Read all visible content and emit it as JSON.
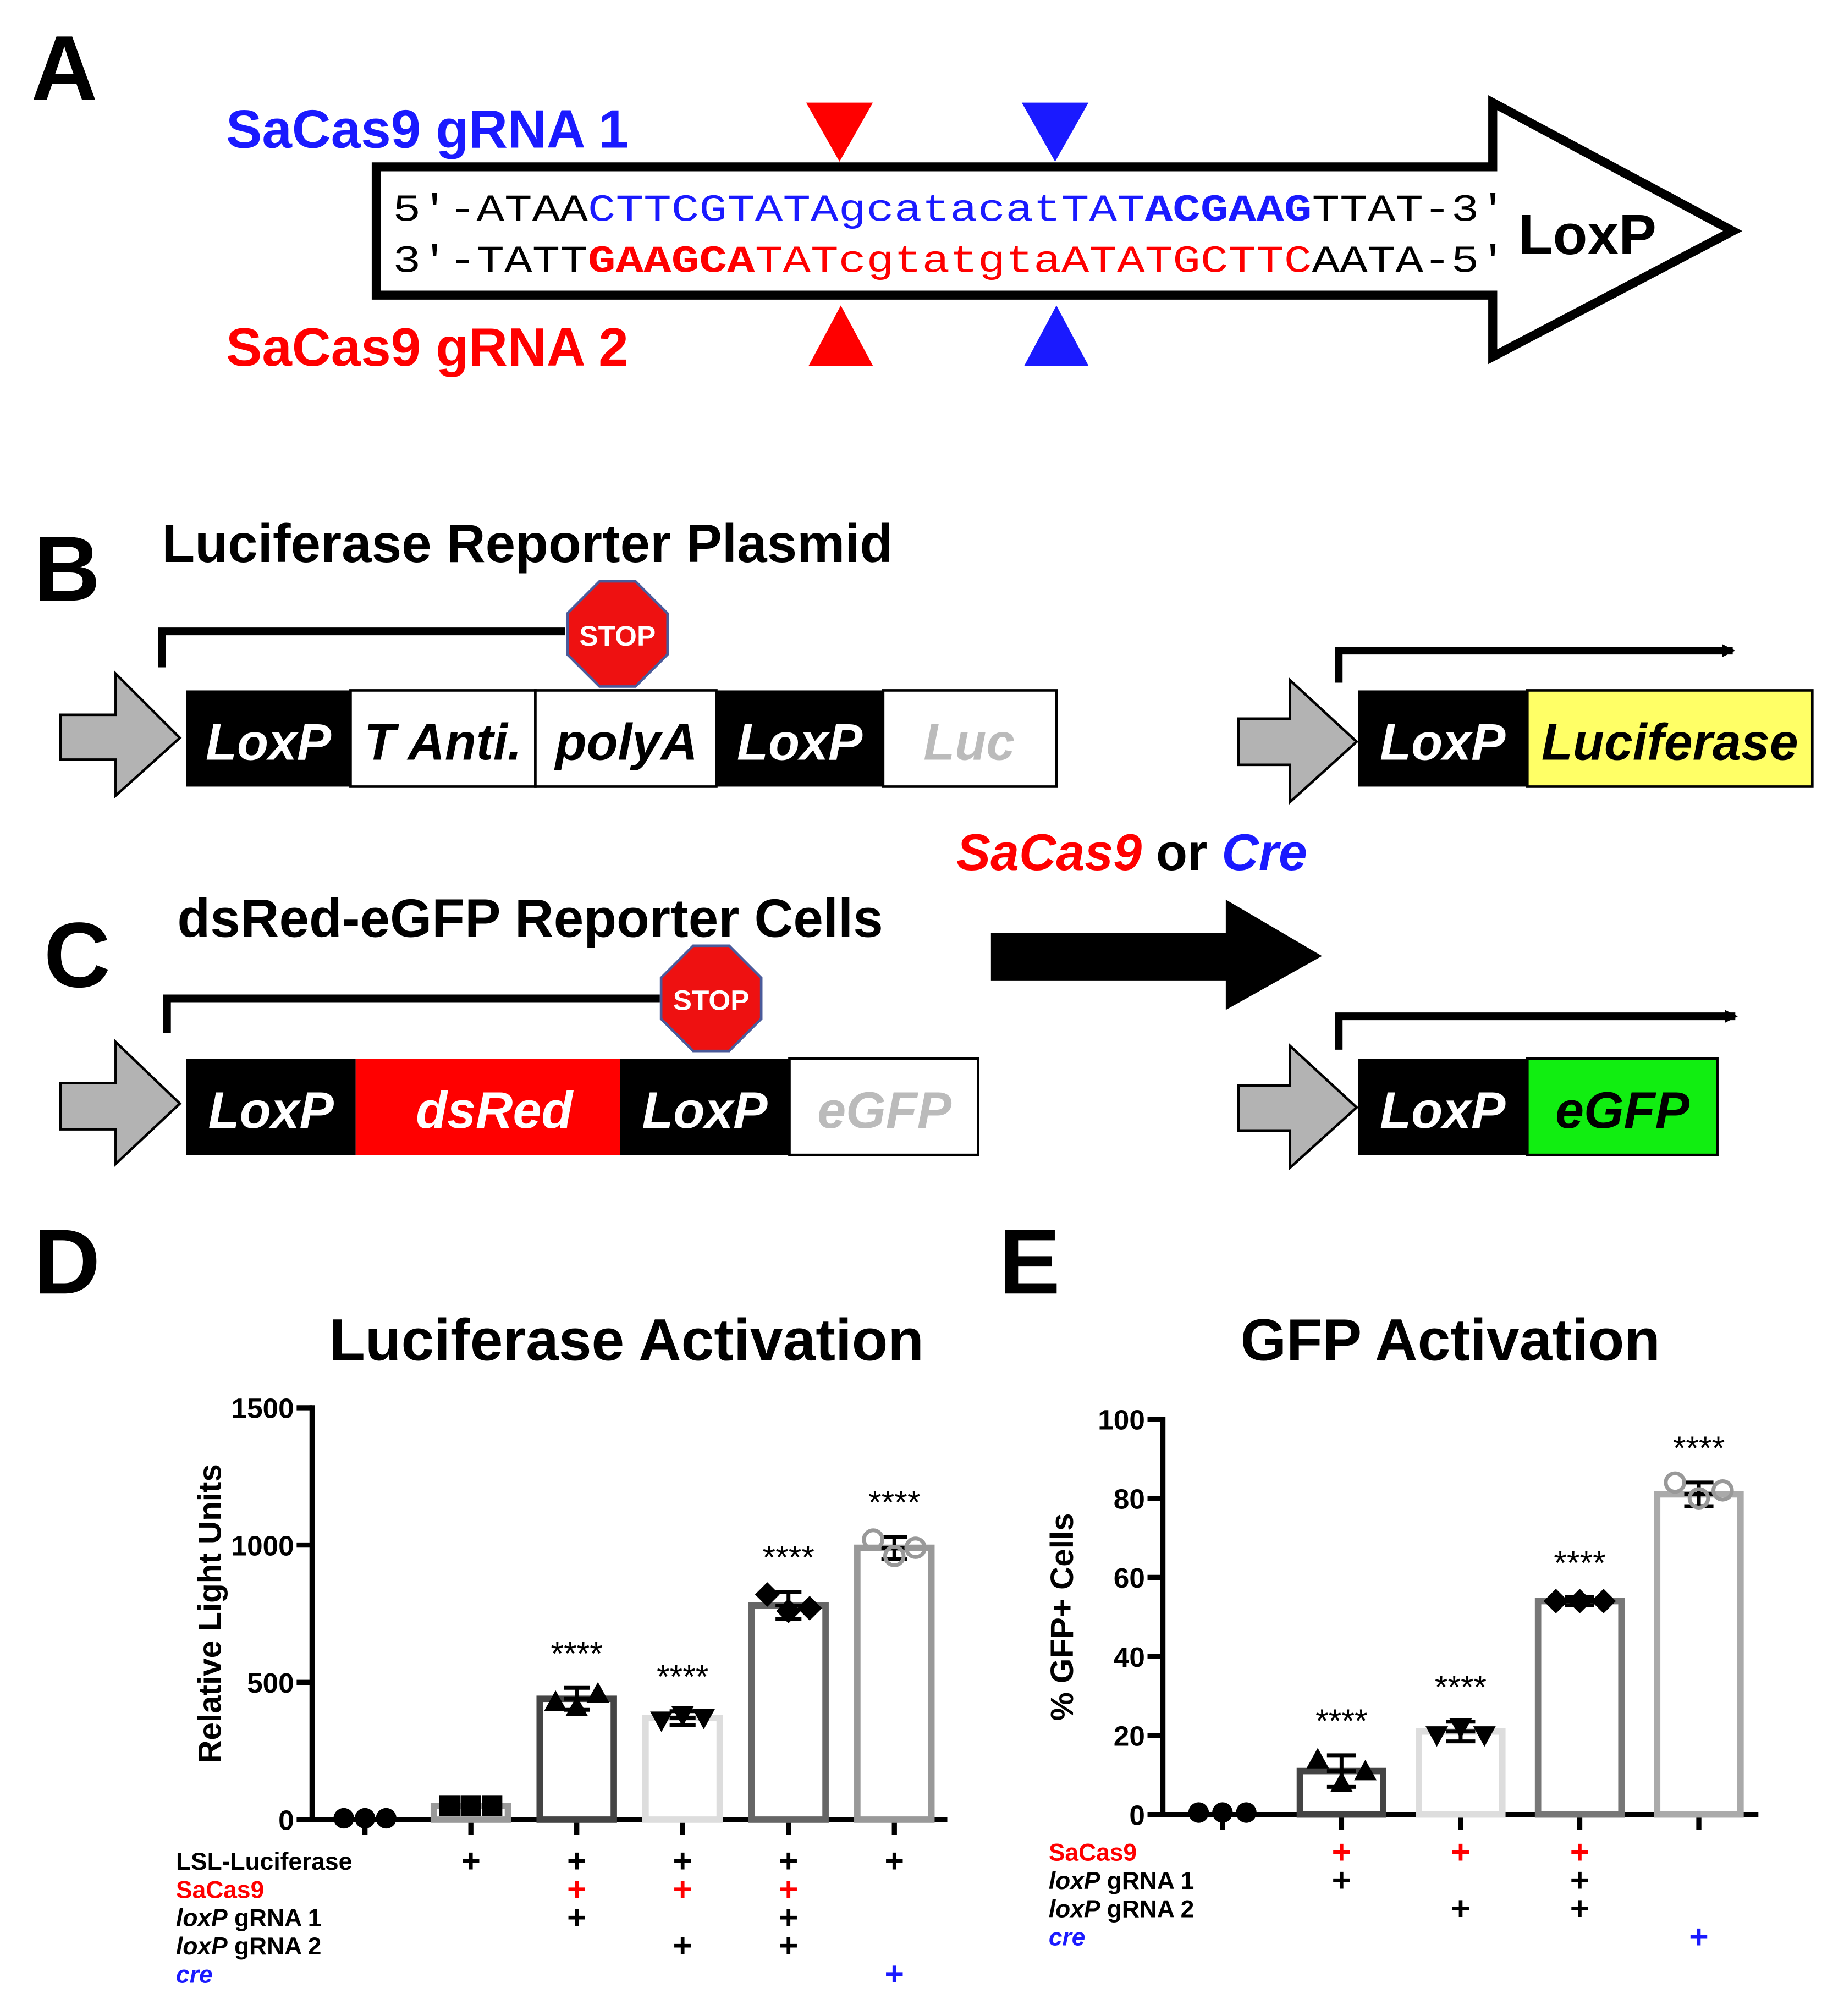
{
  "colors": {
    "blue": "#1a1aff",
    "red": "#ff0000",
    "stop_red": "#ee1111",
    "luciferase_yellow": "#ffff66",
    "egfp_green": "#11ee11",
    "gray_arrow": "#b3b3b3",
    "bar_black": "#444444",
    "bar_gray": "#999999",
    "bar_light": "#dddddd"
  },
  "panel_a": {
    "letter": "A",
    "grna1_label": "SaCas9 gRNA 1",
    "grna2_label": "SaCas9 gRNA 2",
    "arrow_label": "LoxP",
    "top_strand": [
      {
        "text": "5'-ATAA",
        "color": "black",
        "bold": false
      },
      {
        "text": "CTTCGTATA",
        "color": "blue",
        "bold": false
      },
      {
        "text": "gcatacat",
        "color": "blue",
        "bold": false
      },
      {
        "text": "TAT",
        "color": "blue",
        "bold": false
      },
      {
        "text": "ACGAAG",
        "color": "blue",
        "bold": true
      },
      {
        "text": "TTAT-3'",
        "color": "black",
        "bold": false
      }
    ],
    "bottom_strand": [
      {
        "text": "3'-TATT",
        "color": "black",
        "bold": false
      },
      {
        "text": "GAAGCA",
        "color": "red",
        "bold": true
      },
      {
        "text": "TAT",
        "color": "red",
        "bold": false
      },
      {
        "text": "cgtatgta",
        "color": "red",
        "bold": false
      },
      {
        "text": "ATATGCTTC",
        "color": "red",
        "bold": false
      },
      {
        "text": "AATA-5'",
        "color": "black",
        "bold": false
      }
    ]
  },
  "panel_b": {
    "letter": "B",
    "title": "Luciferase Reporter Plasmid",
    "stop": "STOP",
    "before": [
      "LoxP",
      "T Anti.",
      "polyA",
      "LoxP",
      "Luc"
    ],
    "after": [
      "LoxP",
      "Luciferase"
    ]
  },
  "middle": {
    "enzyme1": "SaCas9",
    "or": "or",
    "enzyme2": "Cre"
  },
  "panel_c": {
    "letter": "C",
    "title": "dsRed-eGFP Reporter Cells",
    "stop": "STOP",
    "before": [
      "LoxP",
      "dsRed",
      "LoxP",
      "eGFP"
    ],
    "after": [
      "LoxP",
      "eGFP"
    ]
  },
  "panel_d": {
    "letter": "D",
    "row_labels": [
      {
        "key": "LSL-Luciferase",
        "text": "LSL-Luciferase",
        "italic_part": "",
        "color": "black"
      },
      {
        "key": "SaCas9",
        "text": "SaCas9",
        "italic_part": "",
        "color": "red"
      },
      {
        "key": "gRNA1",
        "text": " gRNA 1",
        "italic_part": "loxP",
        "color": "black"
      },
      {
        "key": "gRNA2",
        "text": " gRNA 2",
        "italic_part": "loxP",
        "color": "black"
      },
      {
        "key": "cre",
        "text": "",
        "italic_part": "cre",
        "color": "blue"
      }
    ],
    "plus_matrix": [
      [
        false,
        true,
        true,
        true,
        true,
        true
      ],
      [
        false,
        false,
        true,
        true,
        true,
        false
      ],
      [
        false,
        false,
        true,
        false,
        true,
        false
      ],
      [
        false,
        false,
        false,
        true,
        true,
        false
      ],
      [
        false,
        false,
        false,
        false,
        false,
        true
      ]
    ],
    "plus_sign": "+"
  },
  "panel_e": {
    "letter": "E",
    "row_labels": [
      {
        "key": "SaCas9",
        "text": "SaCas9",
        "italic_part": "",
        "color": "red"
      },
      {
        "key": "gRNA1",
        "text": " gRNA 1",
        "italic_part": "loxP",
        "color": "black"
      },
      {
        "key": "gRNA2",
        "text": " gRNA 2",
        "italic_part": "loxP",
        "color": "black"
      },
      {
        "key": "cre",
        "text": "",
        "italic_part": "cre",
        "color": "blue"
      }
    ],
    "plus_matrix": [
      [
        false,
        true,
        true,
        true,
        false
      ],
      [
        false,
        true,
        false,
        true,
        false
      ],
      [
        false,
        false,
        true,
        true,
        false
      ],
      [
        false,
        false,
        false,
        false,
        true
      ]
    ],
    "plus_sign": "+"
  },
  "chart_data": [
    {
      "type": "bar",
      "title": "Luciferase Activation",
      "ylabel": "Relative Light Units",
      "xlabel": "",
      "ylim": [
        0,
        1500
      ],
      "yticks": [
        0,
        500,
        1000,
        1500
      ],
      "groups": 6,
      "values": [
        5,
        50,
        440,
        370,
        780,
        990
      ],
      "errors": [
        0,
        0,
        40,
        25,
        50,
        40
      ],
      "points": [
        [
          5,
          5,
          5
        ],
        [
          50,
          50,
          50
        ],
        [
          430,
          410,
          460
        ],
        [
          360,
          380,
          370
        ],
        [
          820,
          760,
          770
        ],
        [
          1020,
          960,
          990
        ]
      ],
      "markers": [
        "circle",
        "square",
        "triangle-up",
        "triangle-down",
        "diamond",
        "open-circle"
      ],
      "significance": [
        "",
        "",
        "****",
        "****",
        "****",
        "****"
      ],
      "bar_colors": [
        "#444444",
        "#999999",
        "#444444",
        "#dddddd",
        "#666666",
        "#999999"
      ]
    },
    {
      "type": "bar",
      "title": "GFP Activation",
      "ylabel": "% GFP+ Cells",
      "xlabel": "",
      "ylim": [
        0,
        100
      ],
      "yticks": [
        0,
        20,
        40,
        60,
        80,
        100
      ],
      "groups": 5,
      "values": [
        0.5,
        11,
        21,
        54,
        81
      ],
      "errors": [
        0,
        4,
        2.5,
        1,
        3
      ],
      "points": [
        [
          0.5,
          0.5,
          0.5
        ],
        [
          14,
          8,
          11
        ],
        [
          20,
          22,
          20
        ],
        [
          54,
          54,
          54
        ],
        [
          84,
          80,
          82
        ]
      ],
      "markers": [
        "circle",
        "triangle-up",
        "triangle-down",
        "diamond",
        "open-circle"
      ],
      "significance": [
        "",
        "****",
        "****",
        "****",
        "****"
      ],
      "bar_colors": [
        "#444444",
        "#444444",
        "#dddddd",
        "#777777",
        "#aaaaaa"
      ]
    }
  ]
}
